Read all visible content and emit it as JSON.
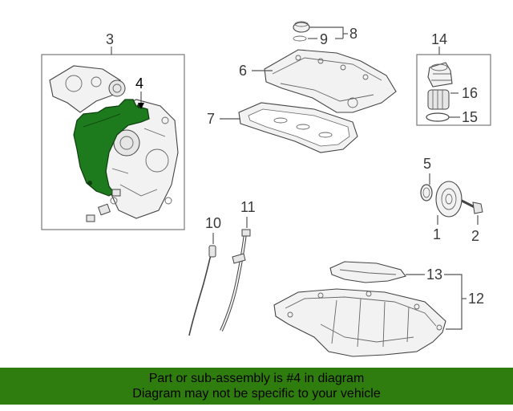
{
  "callouts": {
    "c1": "1",
    "c2": "2",
    "c3": "3",
    "c4": "4",
    "c5": "5",
    "c6": "6",
    "c7": "7",
    "c8": "8",
    "c9": "9",
    "c10": "10",
    "c11": "11",
    "c12": "12",
    "c13": "13",
    "c14": "14",
    "c15": "15",
    "c16": "16"
  },
  "banner": {
    "line1": "Part or sub-assembly is #4 in diagram",
    "line2": "Diagram may not be specific to your vehicle"
  },
  "colors": {
    "highlight": "#1d7a1d",
    "banner": "#2f7d0e"
  }
}
